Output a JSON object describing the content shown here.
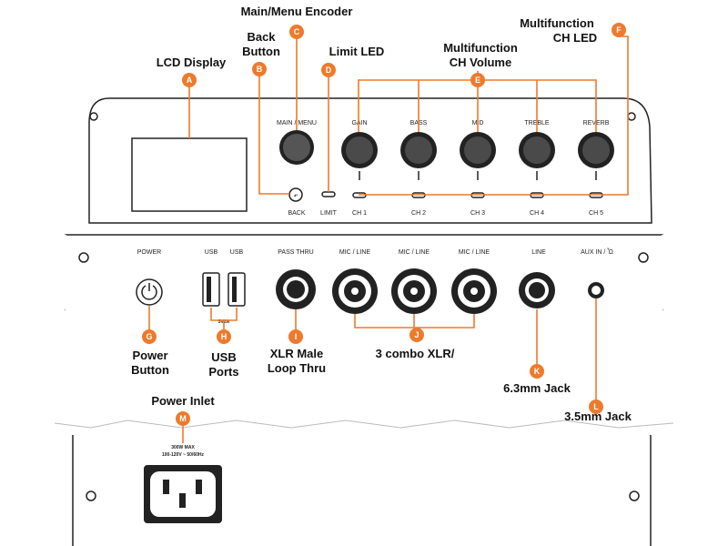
{
  "annotations": {
    "lcd_display": "LCD Display",
    "back_button_1": "Back",
    "back_button_2": "Button",
    "main_menu_encoder": "Main/Menu Encoder",
    "limit_led": "Limit LED",
    "ch_volume_1": "Multifunction",
    "ch_volume_2": "CH Volume",
    "ch_led_1": "Multifunction",
    "ch_led_2": "CH LED",
    "power_button_1": "Power",
    "power_button_2": "Button",
    "usb_ports_1": "USB",
    "usb_ports_2": "Ports",
    "xlr_loop_1": "XLR Male",
    "xlr_loop_2": "Loop Thru",
    "combo_xlr": "3 combo XLR/",
    "jack_63": "6.3mm Jack",
    "jack_35": "3.5mm Jack",
    "power_inlet": "Power Inlet"
  },
  "badges": [
    "A",
    "B",
    "C",
    "D",
    "E",
    "F",
    "G",
    "H",
    "I",
    "J",
    "K",
    "L",
    "M"
  ],
  "panel_labels": {
    "main_menu": "MAIN / MENU",
    "back": "BACK",
    "limit": "LIMIT",
    "knobs": [
      "GAIN",
      "BASS",
      "MID",
      "TREBLE",
      "REVERB"
    ],
    "channels": [
      "CH 1",
      "CH 2",
      "CH 3",
      "CH 4",
      "CH 5"
    ],
    "power": "POWER",
    "usb_a": "USB",
    "usb_b": "USB",
    "usb_rating": "5V2A",
    "pass_thru": "PASS THRU",
    "mic_line_1": "MIC / LINE",
    "mic_line_2": "MIC / LINE",
    "mic_line_3": "MIC / LINE",
    "line": "LINE",
    "aux_in": "AUX IN / Ὦ"
  },
  "power_inlet_rating": {
    "max": "300W MAX",
    "voltage": "100-120V ~ 50/60Hz"
  },
  "colors": {
    "accent": "#ee7a2b",
    "ink": "#222222"
  }
}
